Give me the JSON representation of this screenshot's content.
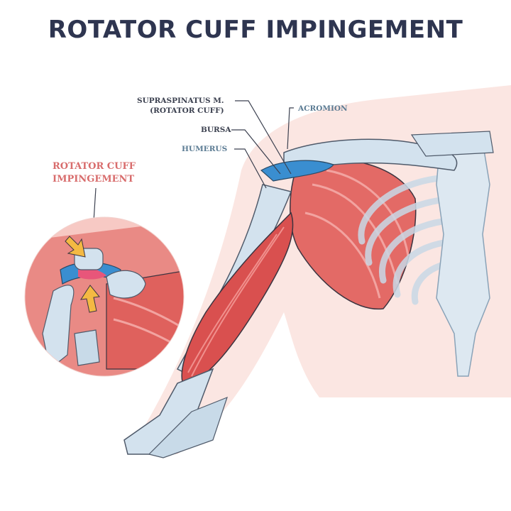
{
  "title": "ROTATOR CUFF IMPINGEMENT",
  "labels": {
    "supraspinatus_line1": "SUPRASPINATUS M.",
    "supraspinatus_line2": "(ROTATOR CUFF)",
    "bursa": "BURSA",
    "humerus": "HUMERUS",
    "acromion": "ACROMION",
    "inset_line1": "ROTATOR CUFF",
    "inset_line2": "IMPINGEMENT"
  },
  "colors": {
    "title": "#2e3550",
    "muscle": "#d9504f",
    "bone": "#d3e2ee",
    "skin": "#fbe3df",
    "bursa": "#3a8ed0",
    "arrow": "#f4b942"
  }
}
